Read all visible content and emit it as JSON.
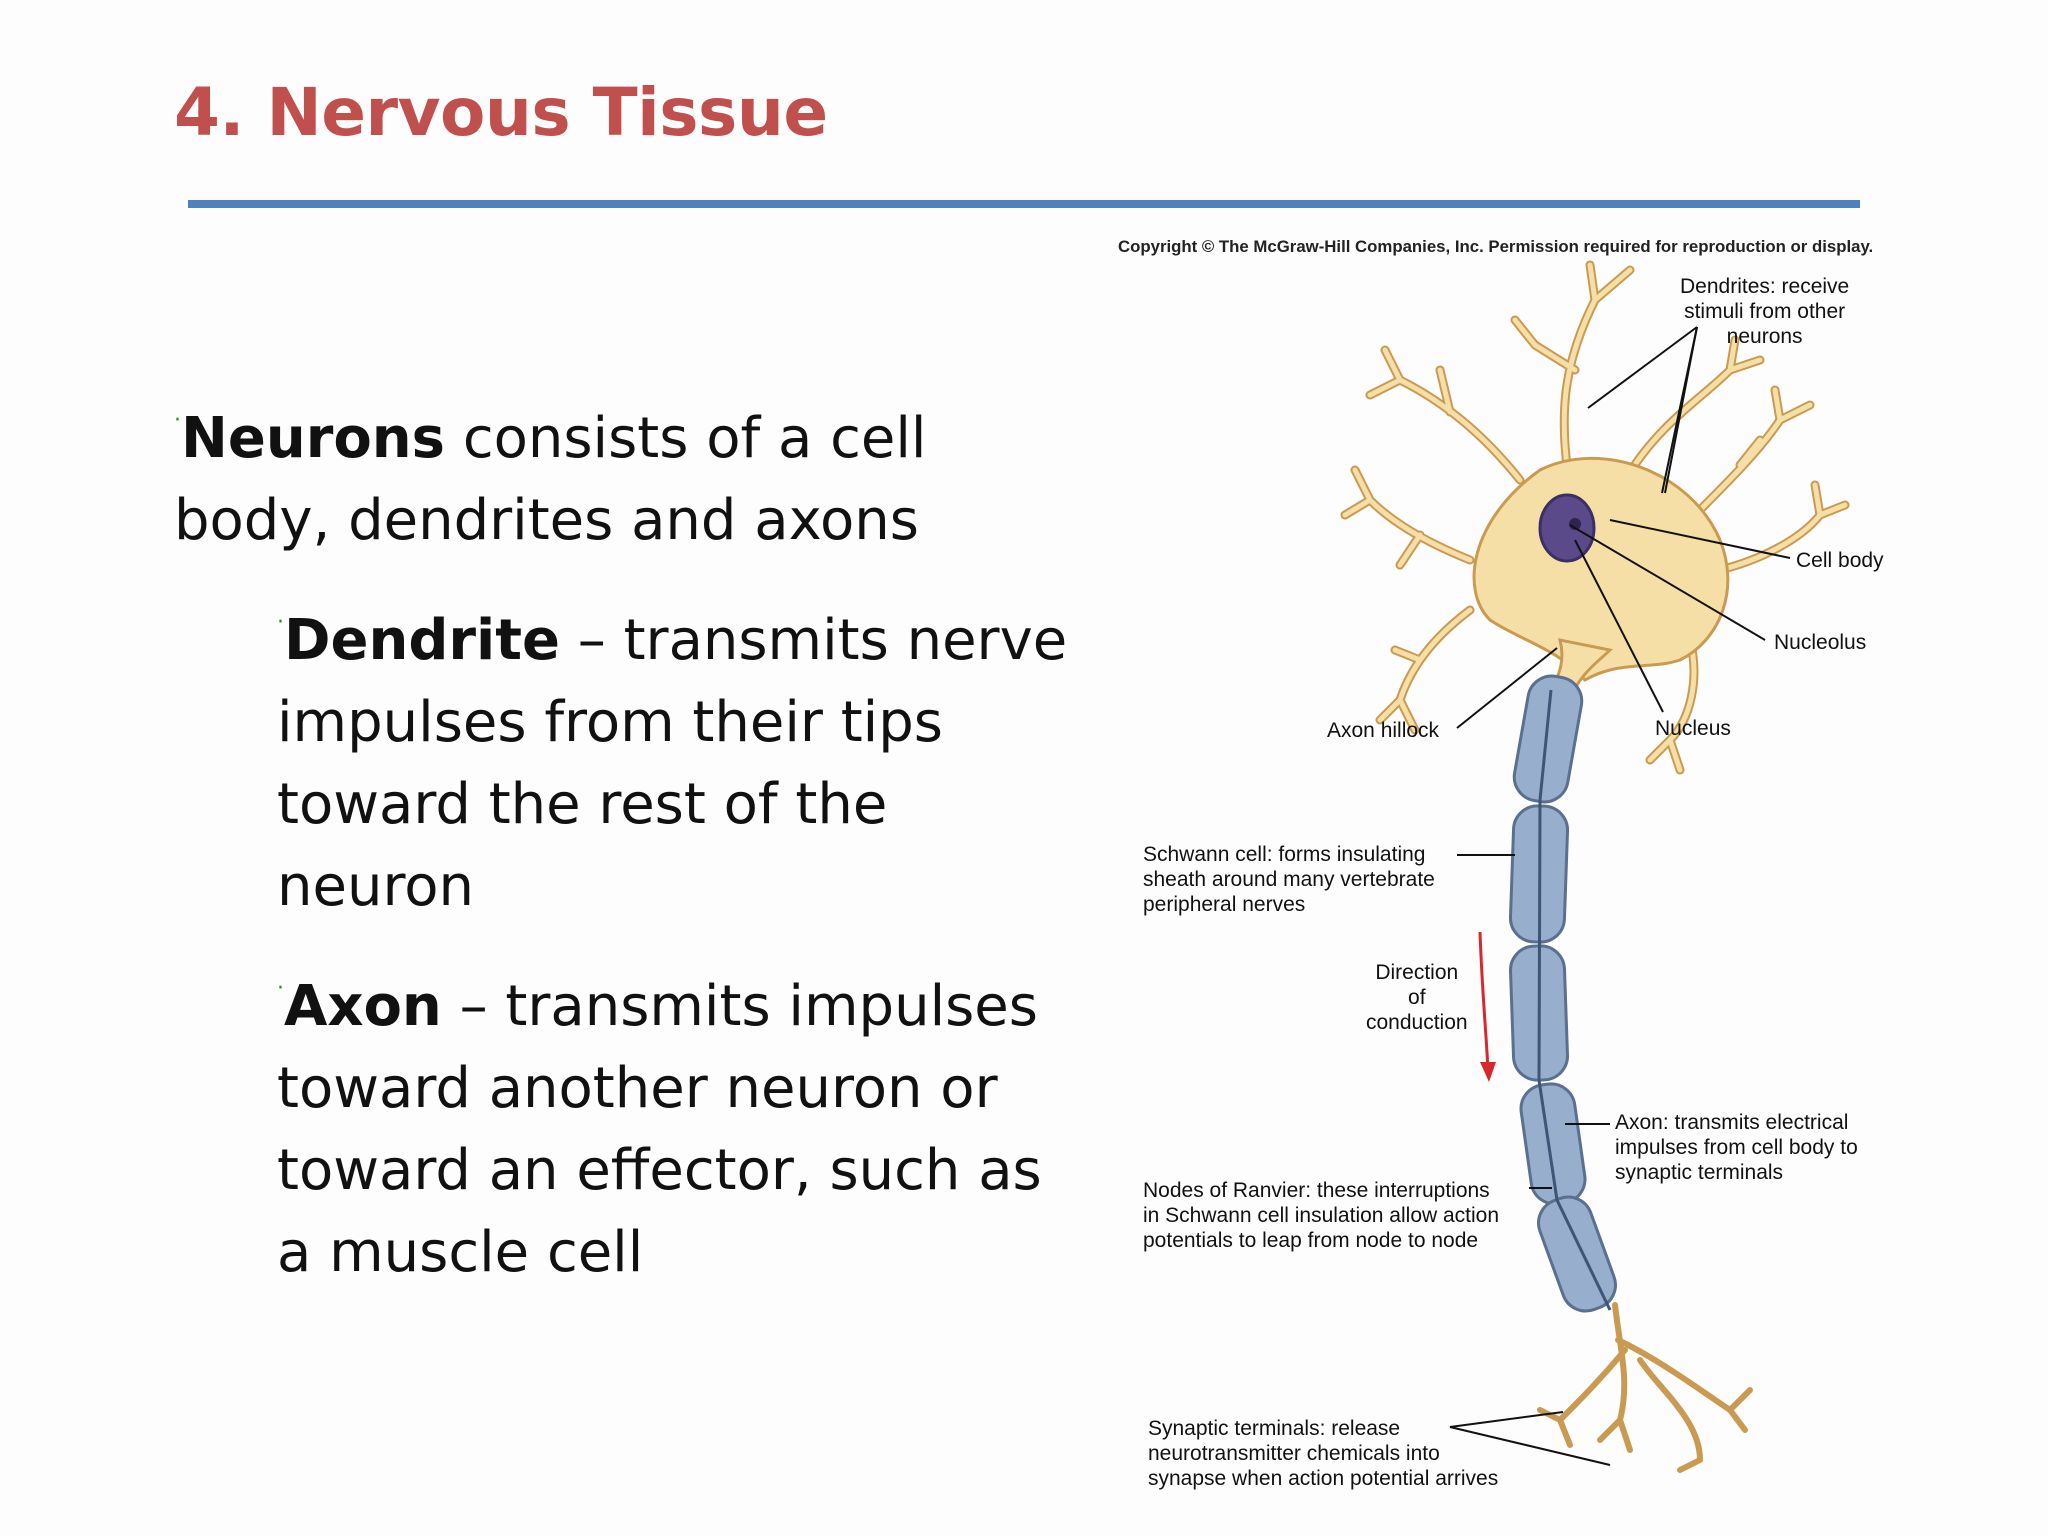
{
  "slide": {
    "title": "4. Nervous Tissue",
    "bullets": {
      "neurons": {
        "term": "Neurons",
        "line1_rest": " consists of a cell",
        "line2": "body, dendrites and axons"
      },
      "dendrite": {
        "term": "Dendrite",
        "line1_rest": " – transmits nerve",
        "line2": "impulses from their tips",
        "line3": "toward the rest of the",
        "line4": "neuron"
      },
      "axon": {
        "term": "Axon",
        "line1_rest": " – transmits impulses",
        "line2": "toward another neuron or",
        "line3": "toward an effector, such as",
        "line4": "a muscle cell"
      }
    }
  },
  "figure": {
    "copyright": "Copyright © The McGraw-Hill Companies, Inc. Permission required for reproduction or display.",
    "labels": {
      "dendrites": [
        "Dendrites: receive",
        "stimuli from other",
        "neurons"
      ],
      "cell_body": "Cell body",
      "nucleolus": "Nucleolus",
      "nucleus": "Nucleus",
      "axon_hillock": "Axon hillock",
      "schwann": [
        "Schwann cell: forms insulating",
        "sheath around many vertebrate",
        "peripheral nerves"
      ],
      "direction": [
        "Direction",
        "of",
        "conduction"
      ],
      "axon": [
        "Axon: transmits electrical",
        "impulses from cell body to",
        "synaptic terminals"
      ],
      "nodes": [
        "Nodes of Ranvier: these interruptions",
        "in Schwann cell insulation allow action",
        "potentials to leap from node to node"
      ],
      "synaptic": [
        "Synaptic terminals: release",
        "neurotransmitter chemicals into",
        "synapse when action potential arrives"
      ]
    },
    "colors": {
      "cell": "#f6dfa6",
      "cell_outline": "#c99b52",
      "nucleus": "#5b4a8a",
      "sheath": "#97aecd",
      "arrow": "#d7282f"
    }
  }
}
